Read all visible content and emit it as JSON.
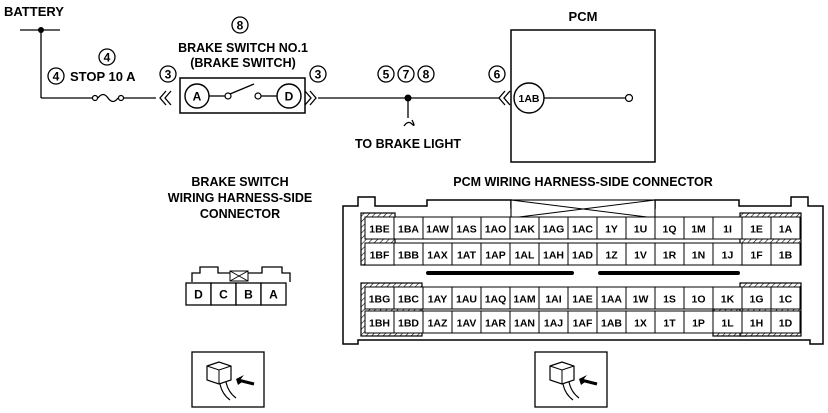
{
  "labels": {
    "battery": "BATTERY",
    "pcm": "PCM",
    "fuse": "STOP 10 A",
    "switch_title_1": "BRAKE SWITCH NO.1",
    "switch_title_2": "(BRAKE SWITCH)",
    "to_brake_light": "TO BRAKE LIGHT",
    "switch_conn_1": "BRAKE SWITCH",
    "switch_conn_2": "WIRING HARNESS-SIDE",
    "switch_conn_3": "CONNECTOR",
    "pcm_conn": "PCM WIRING HARNESS-SIDE CONNECTOR"
  },
  "terminals": {
    "a": "A",
    "d": "D",
    "pcm": "1AB"
  },
  "refs": {
    "top": "8",
    "fuse_top": "4",
    "fuse_left": "4",
    "sw_left": "3",
    "sw_right": "3",
    "junction": [
      "5",
      "7",
      "8"
    ],
    "pcm_in": "6"
  },
  "brake_connector_pins": [
    "D",
    "C",
    "B",
    "A"
  ],
  "pcm_connector": {
    "row1": [
      "1BE",
      "1BA",
      "1AW",
      "1AS",
      "1AO",
      "1AK",
      "1AG",
      "1AC",
      "1Y",
      "1U",
      "1Q",
      "1M",
      "1I",
      "1E",
      "1A"
    ],
    "row2": [
      "1BF",
      "1BB",
      "1AX",
      "1AT",
      "1AP",
      "1AL",
      "1AH",
      "1AD",
      "1Z",
      "1V",
      "1R",
      "1N",
      "1J",
      "1F",
      "1B"
    ],
    "row3": [
      "1BG",
      "1BC",
      "1AY",
      "1AU",
      "1AQ",
      "1AM",
      "1AI",
      "1AE",
      "1AA",
      "1W",
      "1S",
      "1O",
      "1K",
      "1G",
      "1C"
    ],
    "row4": [
      "1BH",
      "1BD",
      "1AZ",
      "1AV",
      "1AR",
      "1AN",
      "1AJ",
      "1AF",
      "1AB",
      "1X",
      "1T",
      "1P",
      "1L",
      "1H",
      "1D"
    ]
  }
}
